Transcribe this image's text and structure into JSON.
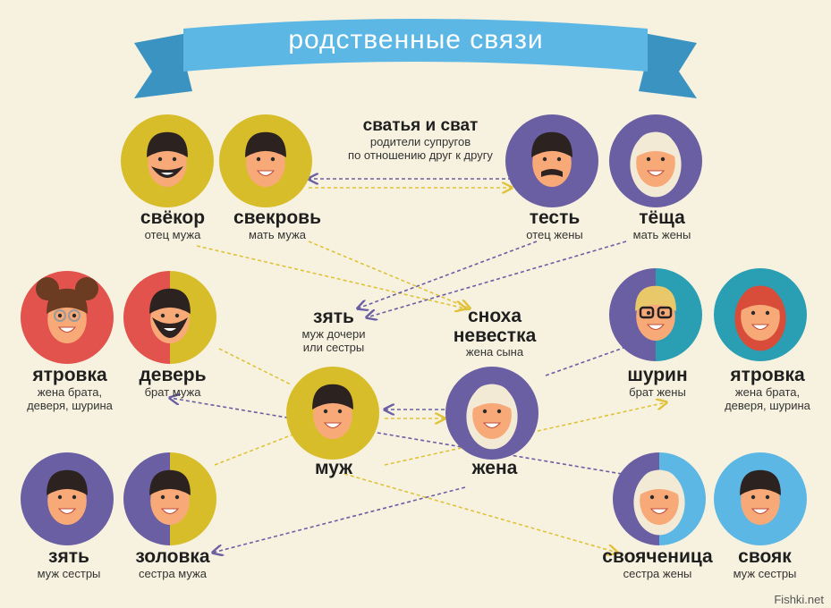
{
  "title": "родственные  связи",
  "watermark": "Fishki.net",
  "colors": {
    "background": "#f7f2df",
    "ribbon": "#5cb7e4",
    "ribbon_dark": "#3b93c2",
    "mustard": "#d8bd2a",
    "purple": "#6b5fa3",
    "red": "#e2534d",
    "teal": "#2a9fb3",
    "skin": "#f8a978",
    "hair_dark": "#2c2320",
    "arrow_yellow": "#e0c23a",
    "arrow_purple": "#6b5fa3"
  },
  "header": {
    "svatya_name": "сватья и сват",
    "svatya_desc": "родители супругов\nпо отношению друг к другу"
  },
  "people": {
    "svekor": {
      "name": "свёкор",
      "desc": "отец мужа"
    },
    "svekrov": {
      "name": "свекровь",
      "desc": "мать мужа"
    },
    "test": {
      "name": "тесть",
      "desc": "отец жены"
    },
    "tescha": {
      "name": "тёща",
      "desc": "мать жены"
    },
    "yatrovka_left": {
      "name": "ятровка",
      "desc": "жена брата,\nдеверя, шурина"
    },
    "dever": {
      "name": "деверь",
      "desc": "брат мужа"
    },
    "zyat_center": {
      "name": "зять",
      "desc": "муж дочери\nили сестры"
    },
    "snoha": {
      "name": "сноха\nневестка",
      "desc": "жена сына"
    },
    "shurin": {
      "name": "шурин",
      "desc": "брат жены"
    },
    "yatrovka_right": {
      "name": "ятровка",
      "desc": "жена брата,\nдеверя, шурина"
    },
    "muzh": {
      "name": "муж"
    },
    "zhena": {
      "name": "жена"
    },
    "zyat_left": {
      "name": "зять",
      "desc": "муж сестры"
    },
    "zolovka": {
      "name": "золовка",
      "desc": "сестра мужа"
    },
    "svoyachenitsa": {
      "name": "свояченица",
      "desc": "сестра жены"
    },
    "svoyak": {
      "name": "свояк",
      "desc": "муж сестры"
    }
  }
}
